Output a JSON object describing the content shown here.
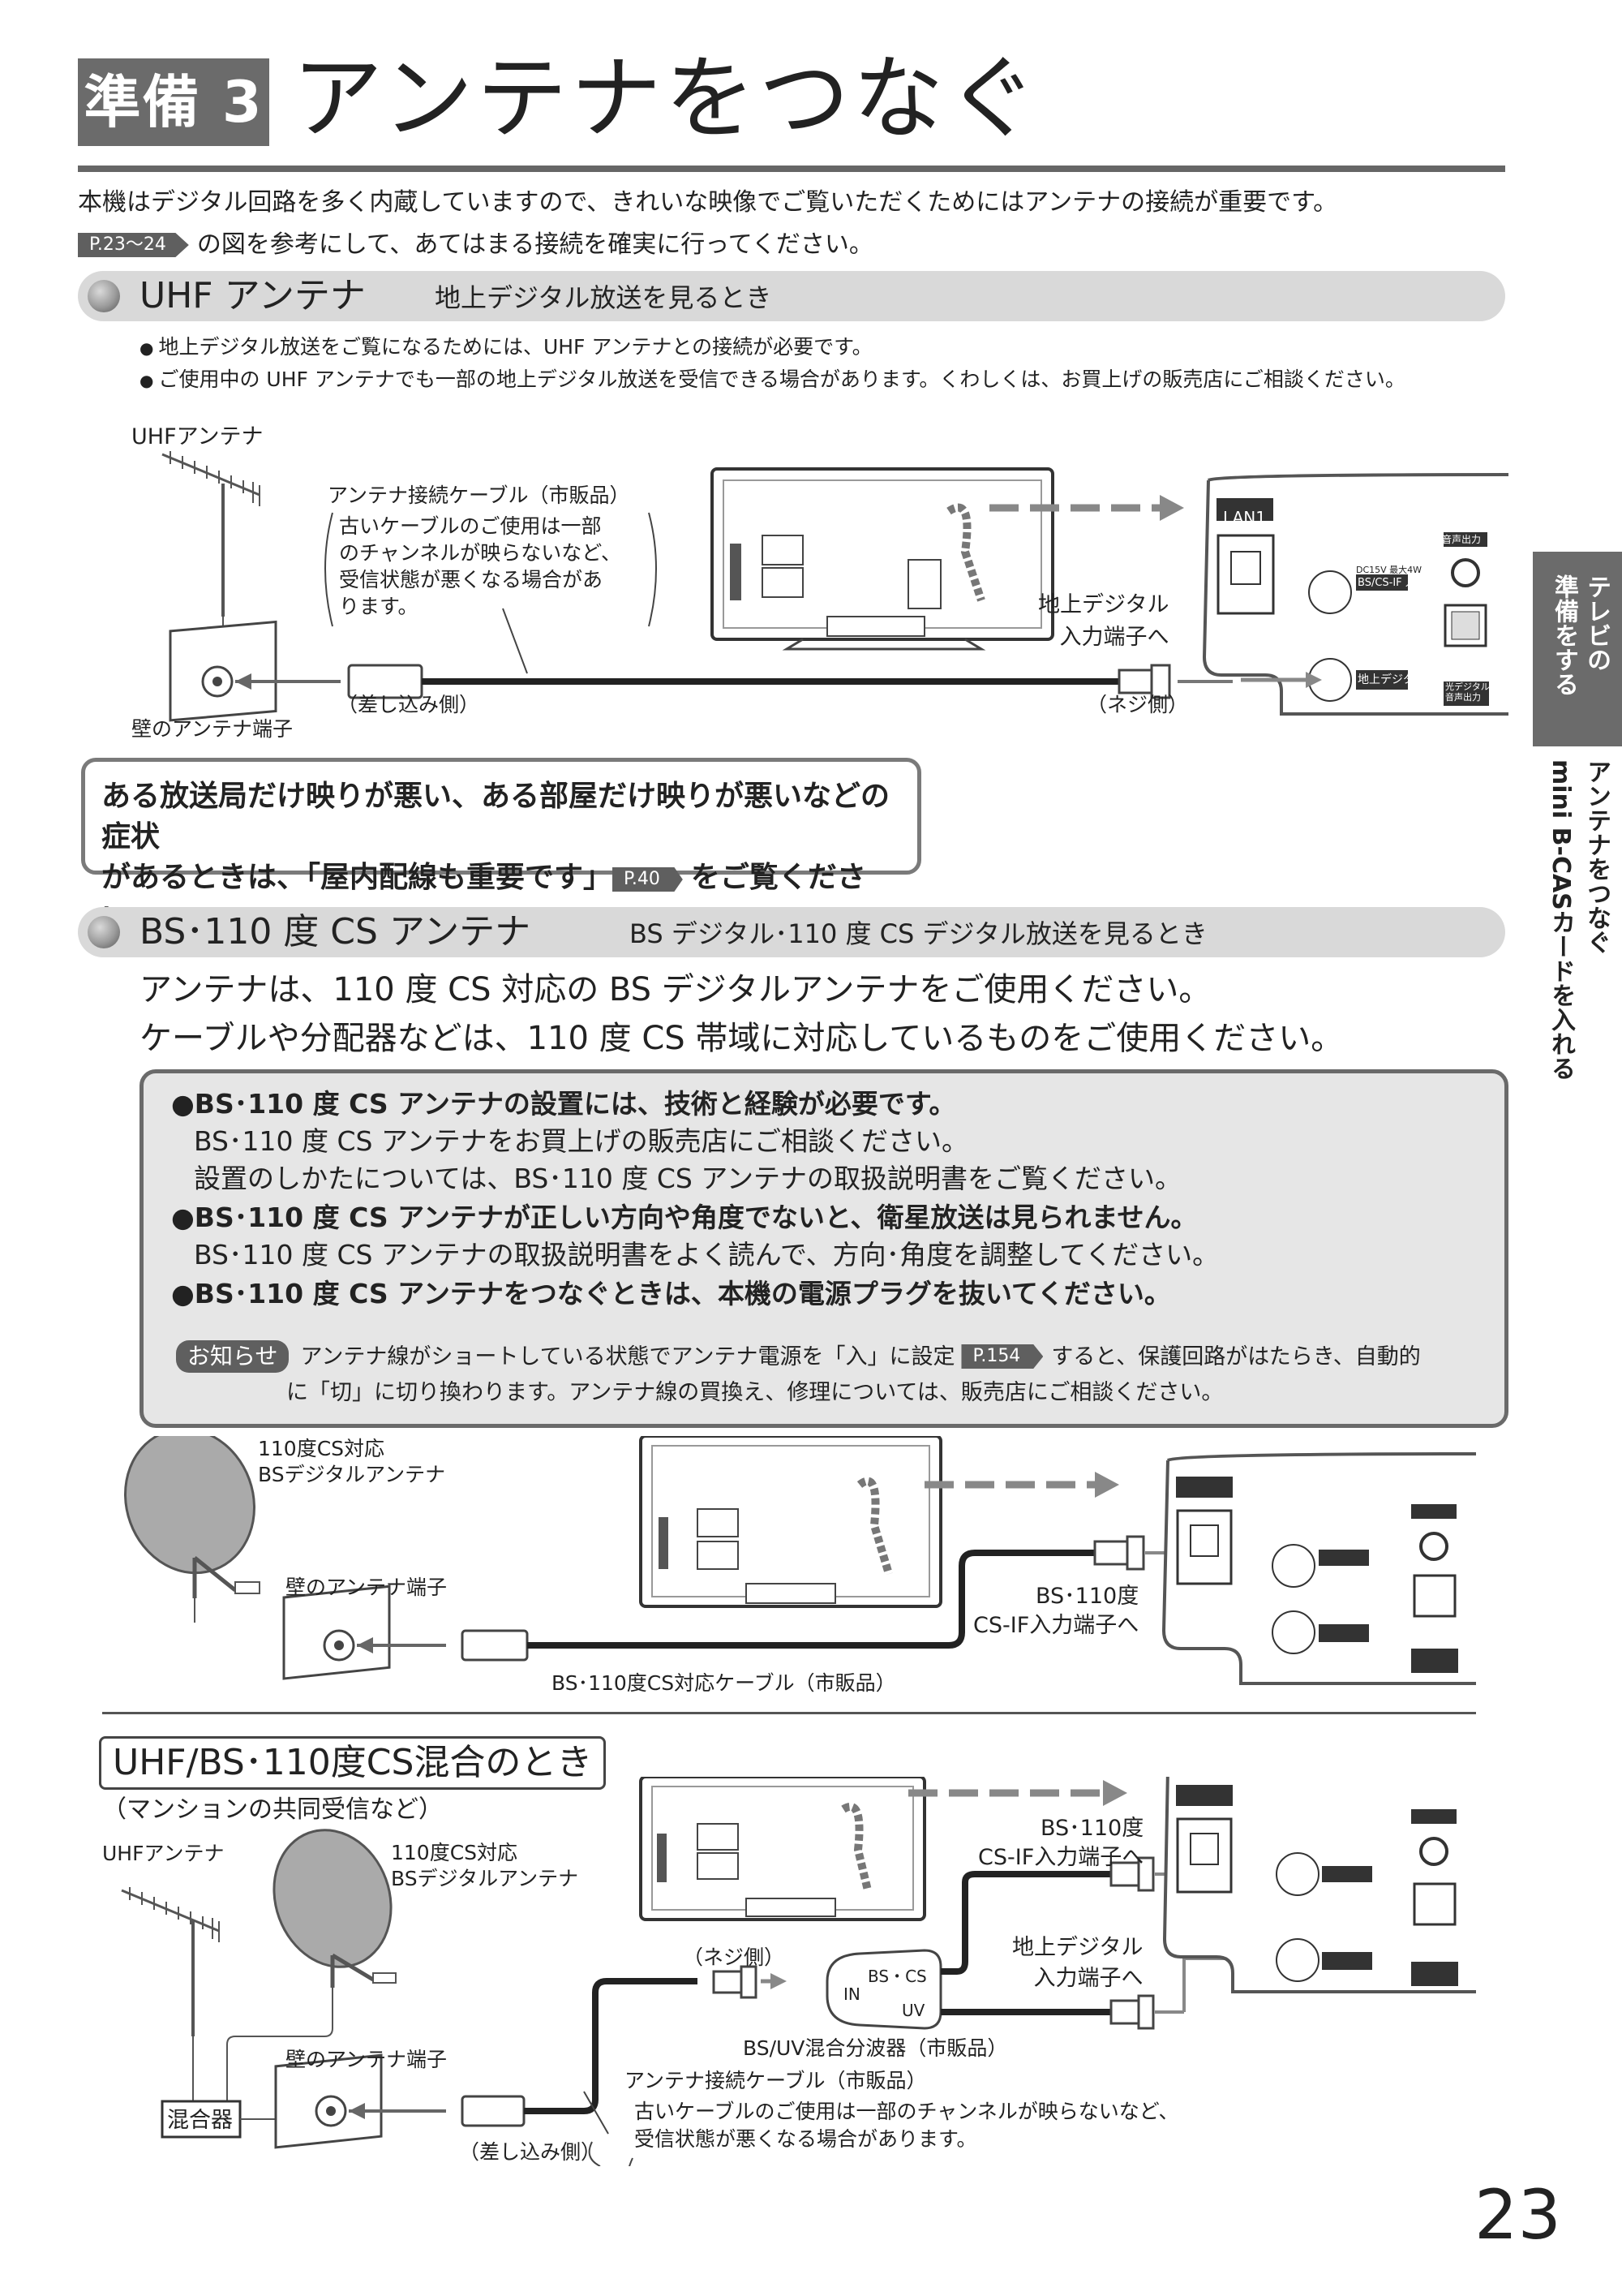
{
  "header": {
    "badge": "準備 3",
    "title": "アンテナをつなぐ"
  },
  "intro": {
    "line1": "本機はデジタル回路を多く内蔵していますので、きれいな映像でご覧いただくためにはアンテナの接続が重要です。",
    "page_ref": "P.23〜24",
    "line2": "の図を参考にして、あてはまる接続を確実に行ってください。"
  },
  "uhf": {
    "title": "UHF アンテナ",
    "subtitle": "地上デジタル放送を見るとき",
    "bullets": [
      "地上デジタル放送をご覧になるためには、UHF アンテナとの接続が必要です。",
      "ご使用中の UHF アンテナでも一部の地上デジタル放送を受信できる場合があります。くわしくは、お買上げの販売店にご相談ください。"
    ],
    "diagram": {
      "antenna_label": "UHFアンテナ",
      "cable_label": "アンテナ接続ケーブル（市販品）",
      "cable_note": [
        "古いケーブルのご使用は一部",
        "のチャンネルが映らないなど、",
        "受信状態が悪くなる場合があ",
        "ります。"
      ],
      "wall_label": "壁のアンテナ端子",
      "push_side": "（差し込み側）",
      "screw_side": "（ネジ側）",
      "input_label": [
        "地上デジタル",
        "入力端子へ"
      ],
      "panel": {
        "lan": "LAN1",
        "audio_out": "音声出力",
        "dc": "DC15V 最大4W",
        "bscs": "BS/CS-IF 入力",
        "terrestrial": "地上デジタル",
        "optical": [
          "光デジタル",
          "音声出力"
        ]
      }
    },
    "note": {
      "line1": "ある放送局だけ映りが悪い、ある部屋だけ映りが悪いなどの症状",
      "line2_a": "があるときは、「屋内配線も重要です」",
      "page_ref": "P.40",
      "line2_b": "をご覧ください。"
    }
  },
  "bs": {
    "title": "BS･110 度 CS アンテナ",
    "subtitle": "BS デジタル･110 度 CS デジタル放送を見るとき",
    "lead": [
      "アンテナは、110 度 CS 対応の BS デジタルアンテナをご使用ください。",
      "ケーブルや分配器などは、110 度 CS 帯域に対応しているものをご使用ください。"
    ],
    "box": {
      "b1": "●BS･110 度 CS アンテナの設置には、技術と経験が必要です。",
      "b1_l2": "BS･110 度 CS アンテナをお買上げの販売店にご相談ください。",
      "b1_l3": "設置のしかたについては、BS･110 度 CS アンテナの取扱説明書をご覧ください。",
      "b2": "●BS･110 度 CS アンテナが正しい方向や角度でないと、衛星放送は見られません。",
      "b2_l2": "BS･110 度 CS アンテナの取扱説明書をよく読んで、方向･角度を調整してください。",
      "b3": "●BS･110 度 CS アンテナをつなぐときは、本機の電源プラグを抜いてください。",
      "notice_tag": "お知らせ",
      "notice_a": "アンテナ線がショートしている状態でアンテナ電源を「入」に設定",
      "notice_ref": "P.154",
      "notice_b": "すると、保護回路がはたらき、自動的",
      "notice_c": "に「切」に切り換わります。アンテナ線の買換え、修理については、販売店にご相談ください。"
    },
    "diagram": {
      "dish_label": [
        "110度CS対応",
        "BSデジタルアンテナ"
      ],
      "wall_label": "壁のアンテナ端子",
      "input_label": [
        "BS･110度",
        "CS-IF入力端子へ"
      ],
      "cable_label": "BS･110度CS対応ケーブル（市販品）"
    }
  },
  "mix": {
    "title": "UHF/BS･110度CS混合のとき",
    "subtitle": "（マンションの共同受信など）",
    "uhf_label": "UHFアンテナ",
    "dish_label": [
      "110度CS対応",
      "BSデジタルアンテナ"
    ],
    "wall_label": "壁のアンテナ端子",
    "mixer": "混合器",
    "screw_side": "（ネジ側）",
    "push_side": "（差し込み側）",
    "bs_input": [
      "BS･110度",
      "CS-IF入力端子へ"
    ],
    "terr_input": [
      "地上デジタル",
      "入力端子へ"
    ],
    "splitter_in": "IN",
    "splitter_bscs": "BS・CS",
    "splitter_uv": "UV",
    "splitter_label": "BS/UV混合分波器（市販品）",
    "cable_label": "アンテナ接続ケーブル（市販品）",
    "cable_note": [
      "古いケーブルのご使用は一部のチャンネルが映らないなど、",
      "受信状態が悪くなる場合があります。"
    ]
  },
  "sidebar": {
    "tab": [
      "テレビの",
      "準備をする"
    ],
    "items": [
      "アンテナをつなぐ",
      "mini B-CASカードを入れる"
    ]
  },
  "page_number": "23"
}
